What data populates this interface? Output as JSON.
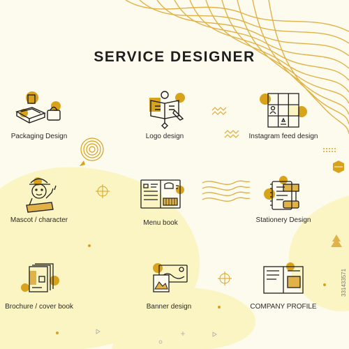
{
  "title": "SERVICE DESIGNER",
  "services": [
    {
      "label": "Packaging Design",
      "icon": "packaging-icon"
    },
    {
      "label": "Logo design",
      "icon": "logo-design-icon"
    },
    {
      "label": "Instagram feed design",
      "icon": "instagram-grid-icon"
    },
    {
      "label": "Mascot / character",
      "icon": "mascot-icon"
    },
    {
      "label": "Menu book",
      "icon": "menu-book-icon"
    },
    {
      "label": "Stationery Design",
      "icon": "stationery-icon"
    },
    {
      "label": "Brochure / cover book",
      "icon": "brochure-icon"
    },
    {
      "label": "Banner design",
      "icon": "banner-icon"
    },
    {
      "label": "COMPANY PROFILE",
      "icon": "company-profile-icon"
    }
  ],
  "stock_id": "331433571",
  "colors": {
    "background": "#fdfbee",
    "blob": "#fbf5c3",
    "accent": "#d9a21b",
    "line": "#1e1e1e",
    "wave": "#e0b247"
  }
}
